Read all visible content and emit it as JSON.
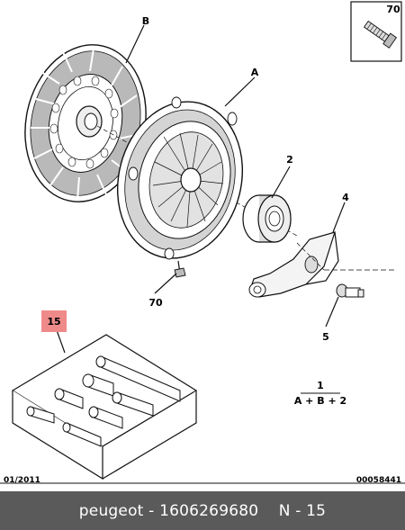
{
  "parts": {
    "clutch_disc": {
      "label": "B"
    },
    "pressure_plate": {
      "label": "A"
    },
    "release_bearing": {
      "label": "2"
    },
    "release_fork": {
      "label": "4"
    },
    "pivot_ball": {
      "label": "5"
    },
    "bolt_below": {
      "label": "70"
    },
    "bolt_inset": {
      "label": "70"
    },
    "kit_box": {
      "label": "15"
    }
  },
  "formula": {
    "top": "1",
    "bottom": "A + B + 2"
  },
  "notes": {
    "date": "01/2011",
    "ref": "00058441"
  },
  "footer": {
    "brand": "peugeot",
    "sep1": " - ",
    "part_number": "1606269680",
    "sep2": "    ",
    "page": "N - 15"
  },
  "colors": {
    "kit_label_bg": "#ef8a8a",
    "footer_bg": "#5a5a5a"
  }
}
